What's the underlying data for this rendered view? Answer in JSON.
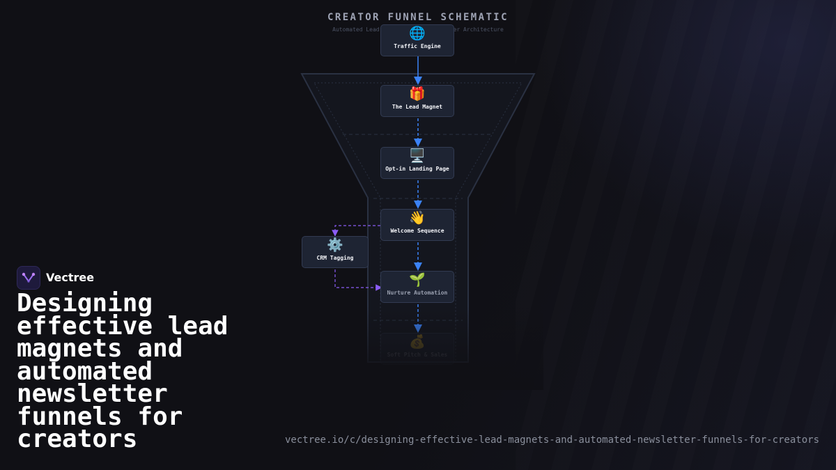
{
  "diagram": {
    "title": "CREATOR FUNNEL SCHEMATIC",
    "subtitle": "Automated Lead Generation & Newsletter Architecture",
    "nodes": [
      {
        "id": "traffic",
        "emoji": "🌐",
        "label": "Traffic Engine"
      },
      {
        "id": "magnet",
        "emoji": "🎁",
        "label": "The Lead Magnet"
      },
      {
        "id": "landing",
        "emoji": "🖥️",
        "label": "Opt-in Landing Page"
      },
      {
        "id": "welcome",
        "emoji": "👋",
        "label": "Welcome Sequence"
      },
      {
        "id": "crm",
        "emoji": "⚙️",
        "label": "CRM Tagging"
      },
      {
        "id": "nurture",
        "emoji": "🌱",
        "label": "Nurture Automation"
      },
      {
        "id": "sales",
        "emoji": "💰",
        "label": "Soft Pitch & Sales"
      }
    ],
    "colors": {
      "flow": "#3b82f6",
      "branch": "#8b5cf6",
      "node_bg": "#1e2433",
      "funnel_stroke": "#2a3142"
    }
  },
  "brand": {
    "name": "Vectree",
    "logo_icon": "vectree-logo-icon"
  },
  "headline": "Designing effective lead magnets and automated newsletter funnels for creators",
  "url": "vectree.io/c/designing-effective-lead-magnets-and-automated-newsletter-funnels-for-creators"
}
